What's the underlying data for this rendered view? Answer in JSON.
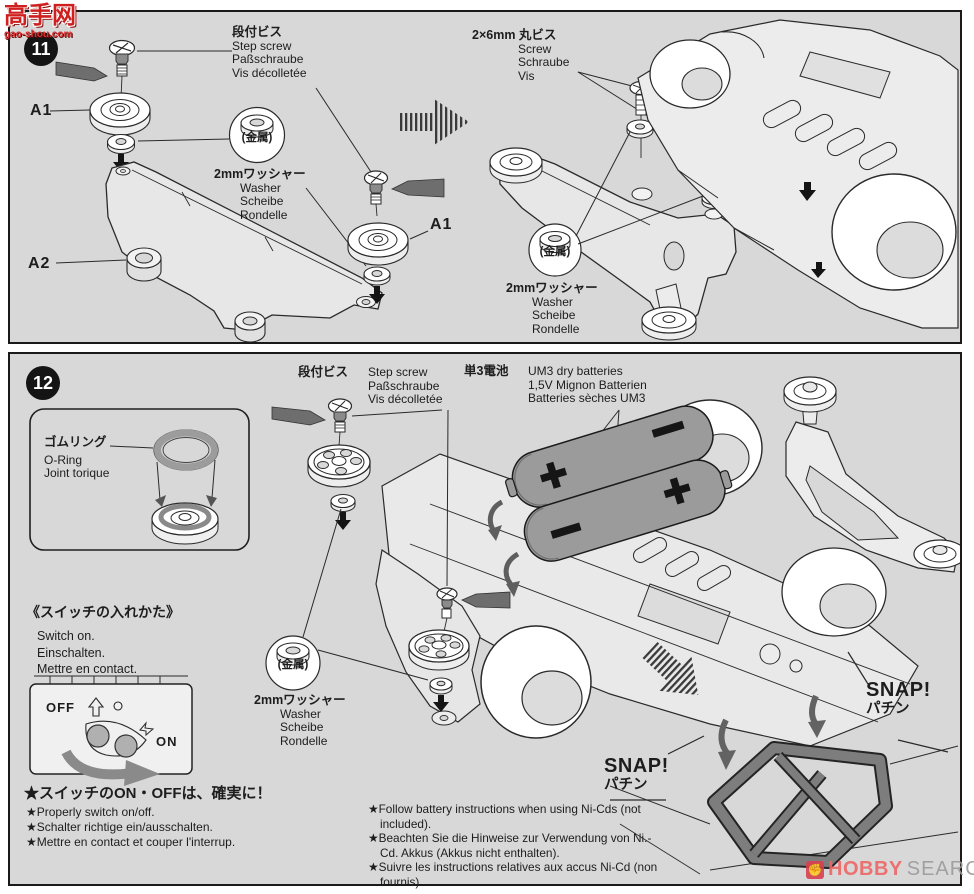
{
  "colors": {
    "panel_bg": "#d8d8d8",
    "line_art": "#2a2a2a",
    "watermark_red": "#cf1f1f",
    "hobby_pink": "#e66666",
    "dark_fill": "#6e6e6e"
  },
  "watermark": {
    "title": "高手网",
    "url": "gao-shou.com"
  },
  "common": {
    "step_screw": {
      "ja": "段付ビス",
      "en": "Step screw",
      "de": "Paßschraube",
      "fr": "Vis décolletée"
    },
    "washer": {
      "ja": "2mmワッシャー",
      "en": "Washer",
      "de": "Scheibe",
      "fr": "Rondelle"
    },
    "metal": "(金属)",
    "snap": {
      "en": "SNAP!",
      "ja": "パチン"
    }
  },
  "step11": {
    "number": "11",
    "labels": {
      "a1_left": "A1",
      "a1_right": "A1",
      "a2": "A2"
    },
    "round_screw": {
      "ja": "2×6mm 丸ビス",
      "en": "Screw",
      "de": "Schraube",
      "fr": "Vis"
    }
  },
  "step12": {
    "number": "12",
    "oring": {
      "ja": "ゴムリング",
      "en": "O-Ring",
      "fr": "Joint torique"
    },
    "battery": {
      "ja": "単3電池",
      "en": "UM3 dry batteries",
      "de": "1,5V Mignon Batterien",
      "fr": "Batteries sèches UM3"
    },
    "switch_howto": {
      "ja": "《スイッチの入れかた》",
      "en": "Switch on.",
      "de": "Einschalten.",
      "fr": "Mettre en contact."
    },
    "switch": {
      "off": "OFF",
      "on": "ON"
    },
    "note_ja": "★スイッチのON・OFFは、確実に！",
    "notes_switch": [
      "★Properly switch on/off.",
      "★Schalter richtige ein/ausschalten.",
      "★Mettre en contact et couper l'interrup."
    ],
    "notes_battery": [
      "★Follow battery instructions when using Ni-Cds (not included).",
      "★Beachten Sie die Hinweise zur Verwendung von Ni.-Cd. Akkus (Akkus nicht enthalten).",
      "★Suivre les instructions relatives aux accus Ni-Cd (non fournis)."
    ]
  },
  "footer_watermark": {
    "brand": "HOBBY",
    "word": "SEARCH"
  }
}
